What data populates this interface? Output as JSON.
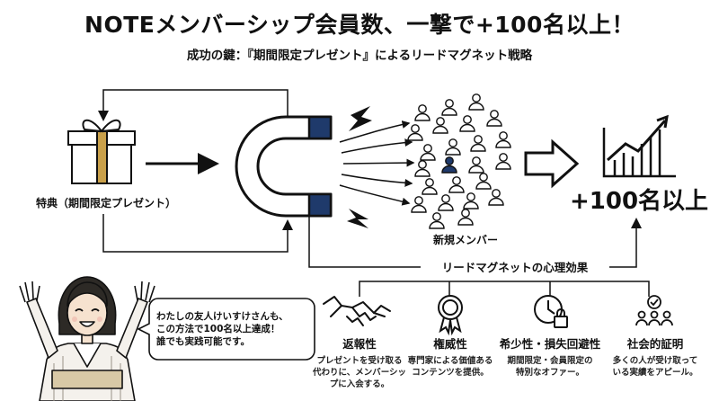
{
  "title": "NOTEメンバーシップ会員数、一撃で+100名以上！",
  "subtitle": "成功の鍵：『期間限定プレゼント』によるリードマグネット戦略",
  "gift": {
    "label": "特典（期間限定プレゼント）",
    "icon": "gift-icon"
  },
  "magnet": {
    "icon": "magnet-icon"
  },
  "members": {
    "label": "新規メンバー",
    "icon": "people-icon"
  },
  "result": {
    "label": "+100名以上",
    "icon": "growth-chart-icon"
  },
  "psychology": {
    "heading": "リードマグネットの心理効果",
    "effects": [
      {
        "title": "返報性",
        "desc": [
          "プレゼントを受け取る",
          "代わりに、メンバーシッ",
          "プに入会する。"
        ],
        "icon": "handshake-icon"
      },
      {
        "title": "権威性",
        "desc": [
          "専門家による価値ある",
          "コンテンツを提供。"
        ],
        "icon": "award-icon"
      },
      {
        "title": "希少性・損失回避性",
        "desc": [
          "期間限定・会員限定の",
          "特別なオファー。"
        ],
        "icon": "clock-lock-icon"
      },
      {
        "title": "社会的証明",
        "desc": [
          "多くの人が受け取って",
          "いる実績をアピール。"
        ],
        "icon": "crowd-check-icon"
      }
    ]
  },
  "speech": {
    "lines": [
      "わたしの友人けいすけさんも、",
      "この方法で100名以上達成！",
      "誰でも実践可能です。"
    ]
  },
  "colors": {
    "accent_navy": "#1f3a6b",
    "gift_ribbon": "#c9a04a",
    "ink": "#111111"
  }
}
